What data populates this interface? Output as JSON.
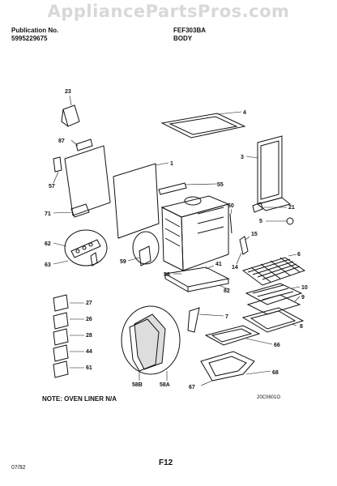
{
  "watermark": "AppliancePartsPros.com",
  "header": {
    "publication_label": "Publication No.",
    "publication_number": "5995229675",
    "model": "FEF303BA",
    "section": "BODY"
  },
  "callouts": {
    "c23": "23",
    "c4": "4",
    "c87": "87",
    "c3": "3",
    "c1": "1",
    "c57": "57",
    "c55": "55",
    "c71": "71",
    "c60": "60",
    "c21": "21",
    "c5": "5",
    "c15": "15",
    "c62": "62",
    "c6": "6",
    "c63": "63",
    "c59": "59",
    "c41": "41",
    "c14": "14",
    "c58": "58",
    "c82": "82",
    "c10": "10",
    "c9": "9",
    "c27": "27",
    "c7": "7",
    "c26": "26",
    "c8": "8",
    "c28": "28",
    "c44": "44",
    "c66": "66",
    "c61": "61",
    "c58b": "58B",
    "c58a": "58A",
    "c67": "67",
    "c68": "68"
  },
  "footer": {
    "note": "NOTE: OVEN LINER N/A",
    "drawing_code": "20C0601O",
    "page": "F12",
    "date": "07/92"
  }
}
